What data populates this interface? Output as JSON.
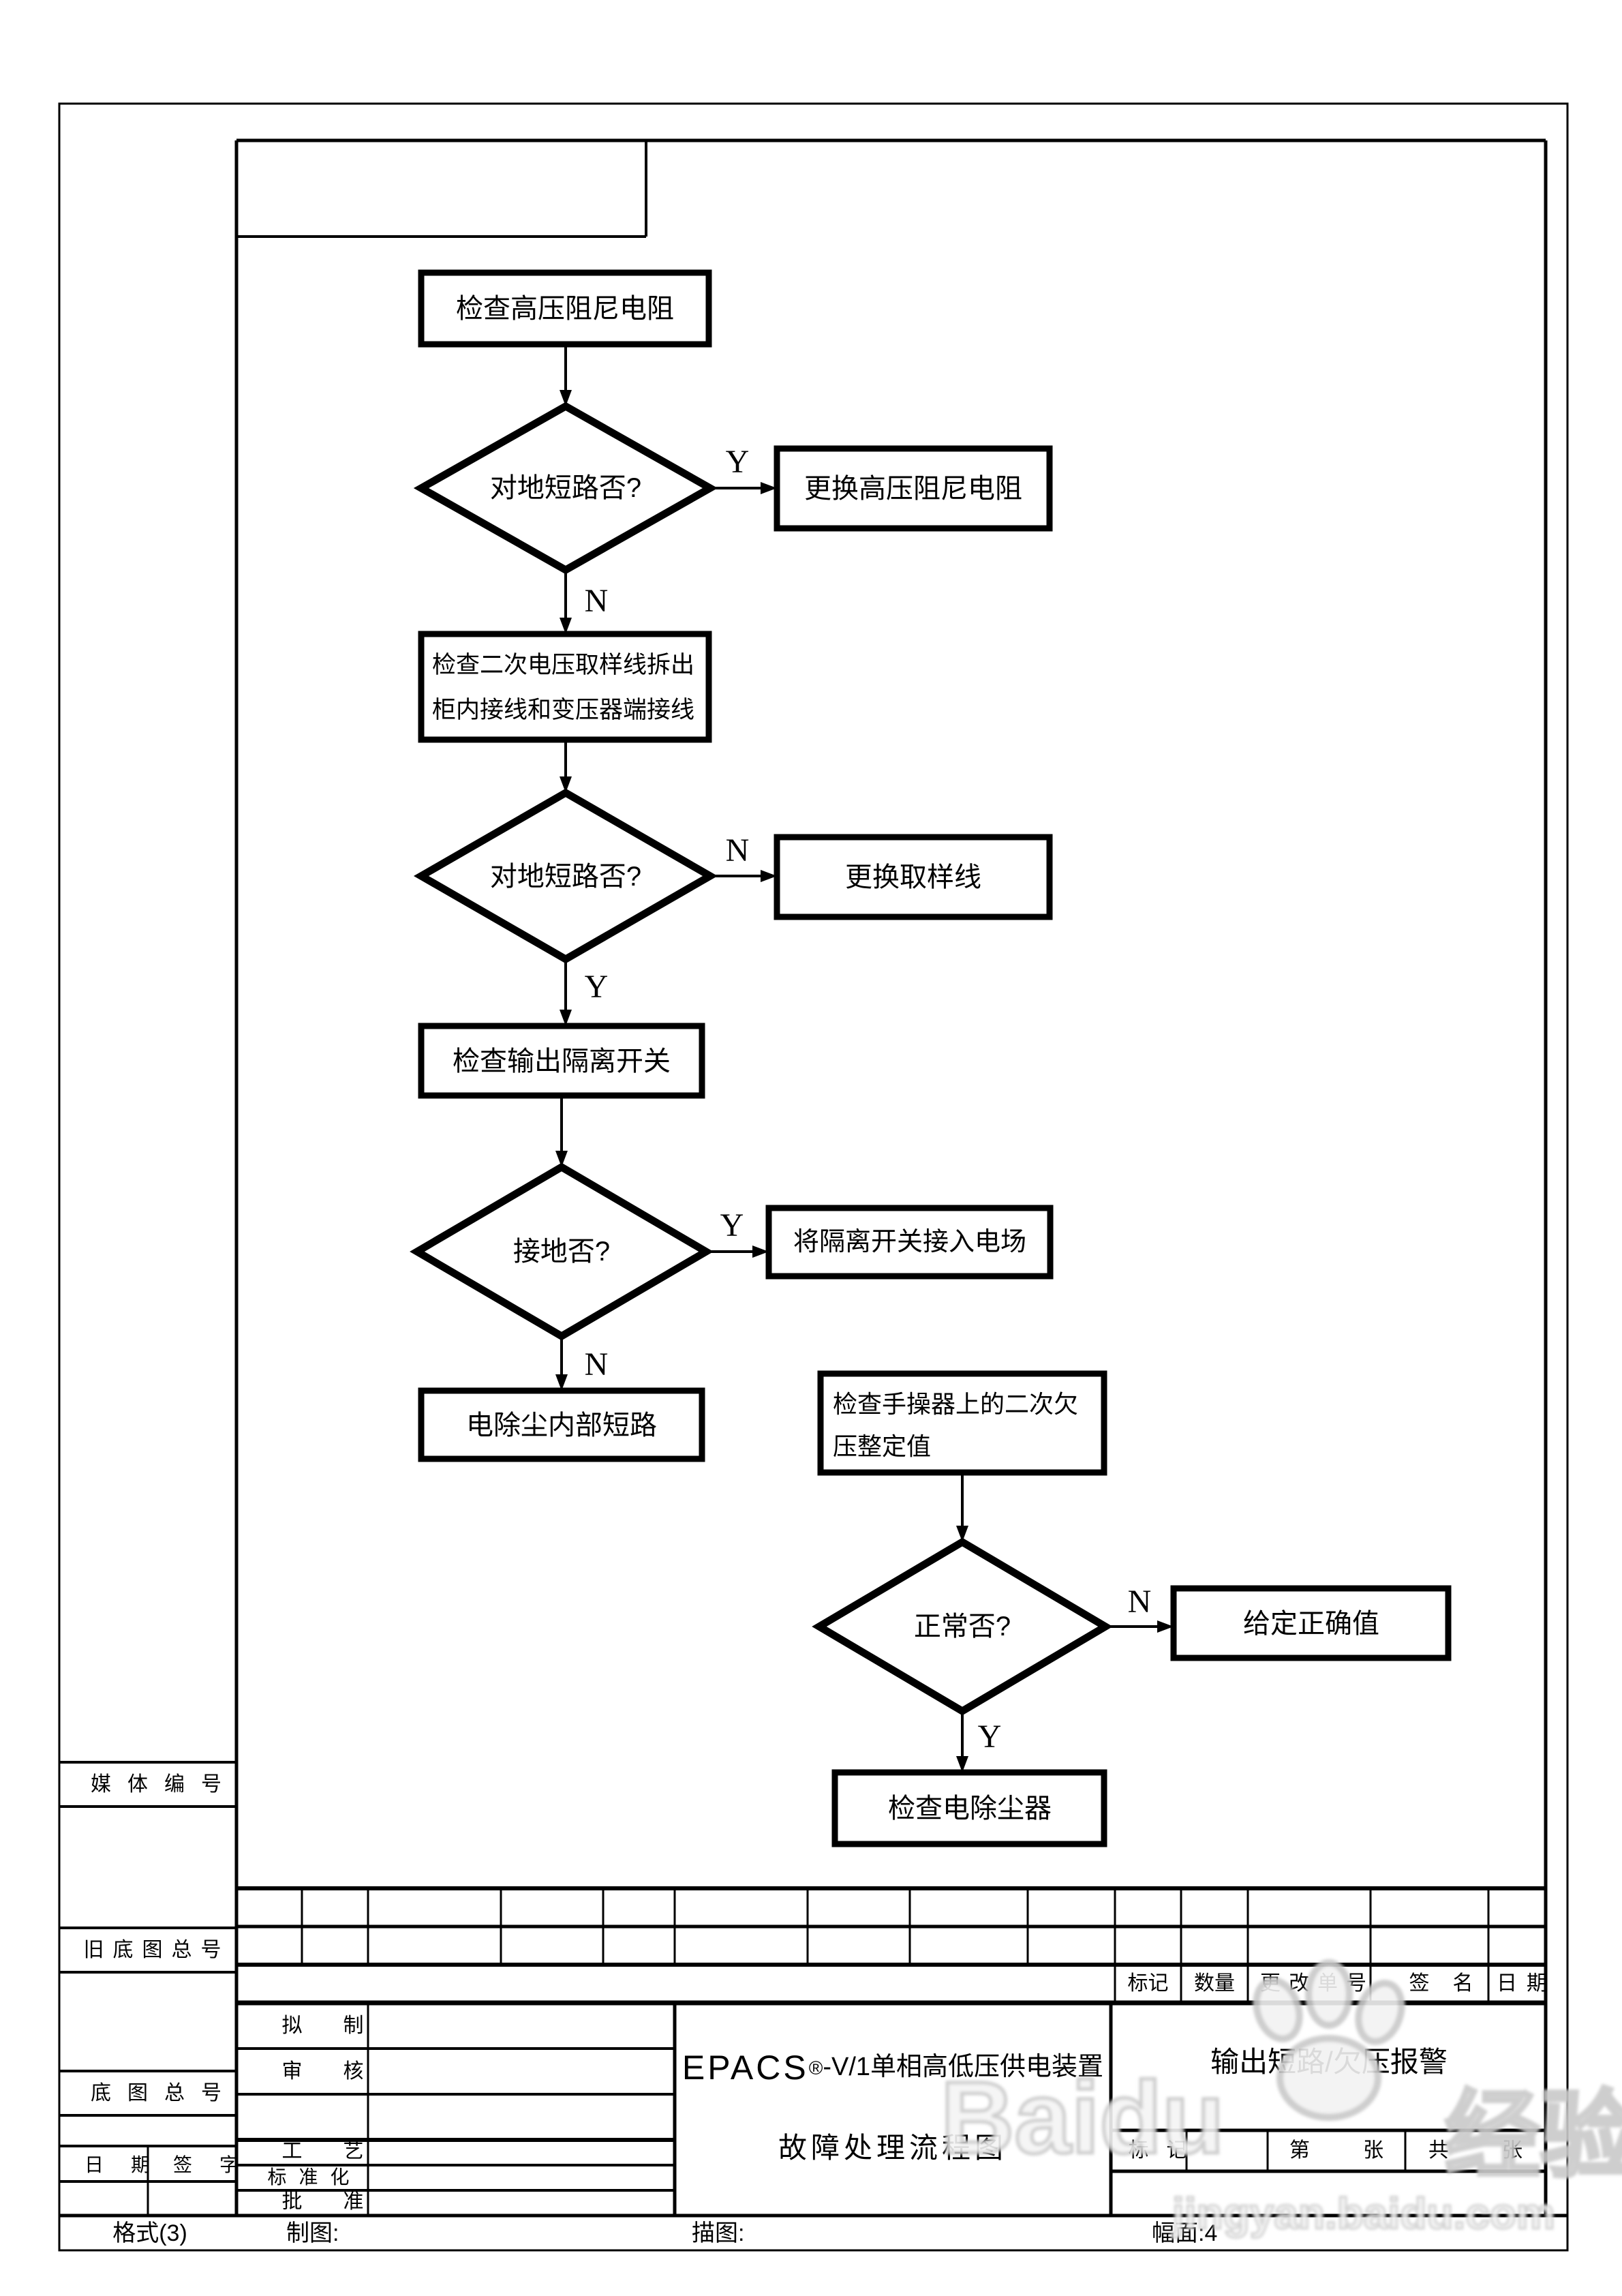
{
  "flowchart": {
    "yes_label": "Y",
    "no_label": "N",
    "box_check_damping_resistor": "检查高压阻尼电阻",
    "diamond_short_to_ground_1": "对地短路否?",
    "box_replace_damping_resistor": "更换高压阻尼电阻",
    "box_check_sampling_line1": "检查二次电压取样线拆出",
    "box_check_sampling_line2": "柜内接线和变压器端接线",
    "diamond_short_to_ground_2": "对地短路否?",
    "box_replace_sampling_line": "更换取样线",
    "box_check_output_isolator": "检查输出隔离开关",
    "diamond_grounded": "接地否?",
    "box_connect_isolator_field": "将隔离开关接入电场",
    "box_esp_internal_short": "电除尘内部短路",
    "box_check_handset_line1": "检查手操器上的二次欠",
    "box_check_handset_line2": "压整定值",
    "diamond_normal": "正常否?",
    "box_set_correct_value": "给定正确值",
    "box_check_esp": "检查电除尘器"
  },
  "sidebar": {
    "media_no": "媒体编号",
    "old_base_no": "旧底图总号",
    "base_no": "底图总号",
    "date": "日期",
    "signature": "签字"
  },
  "title_block": {
    "rev_mark": "标记",
    "rev_qty": "数量",
    "rev_change_no": "更改单号",
    "rev_sign": "签名",
    "rev_date": "日期",
    "draft": "拟制",
    "review": "审核",
    "process": "工艺",
    "standardization": "标准化",
    "approve": "批准",
    "product_brand": "EPACS",
    "product_reg": "®",
    "product_name": "-V/1单相高低压供电装置",
    "product_line2": "故障处理流程图",
    "drawing_title": "输出短路/欠压报警",
    "mark": "标记",
    "sheet_no": "第 张",
    "sheet_total": "共 张"
  },
  "bottom_strip": {
    "format": "格式(3)",
    "draw": "制图:",
    "trace": "描图:",
    "size": "幅面:4"
  },
  "watermark": {
    "brand": "Baidu",
    "brand_cn": "经验",
    "url": "jingyan.baidu.com"
  }
}
